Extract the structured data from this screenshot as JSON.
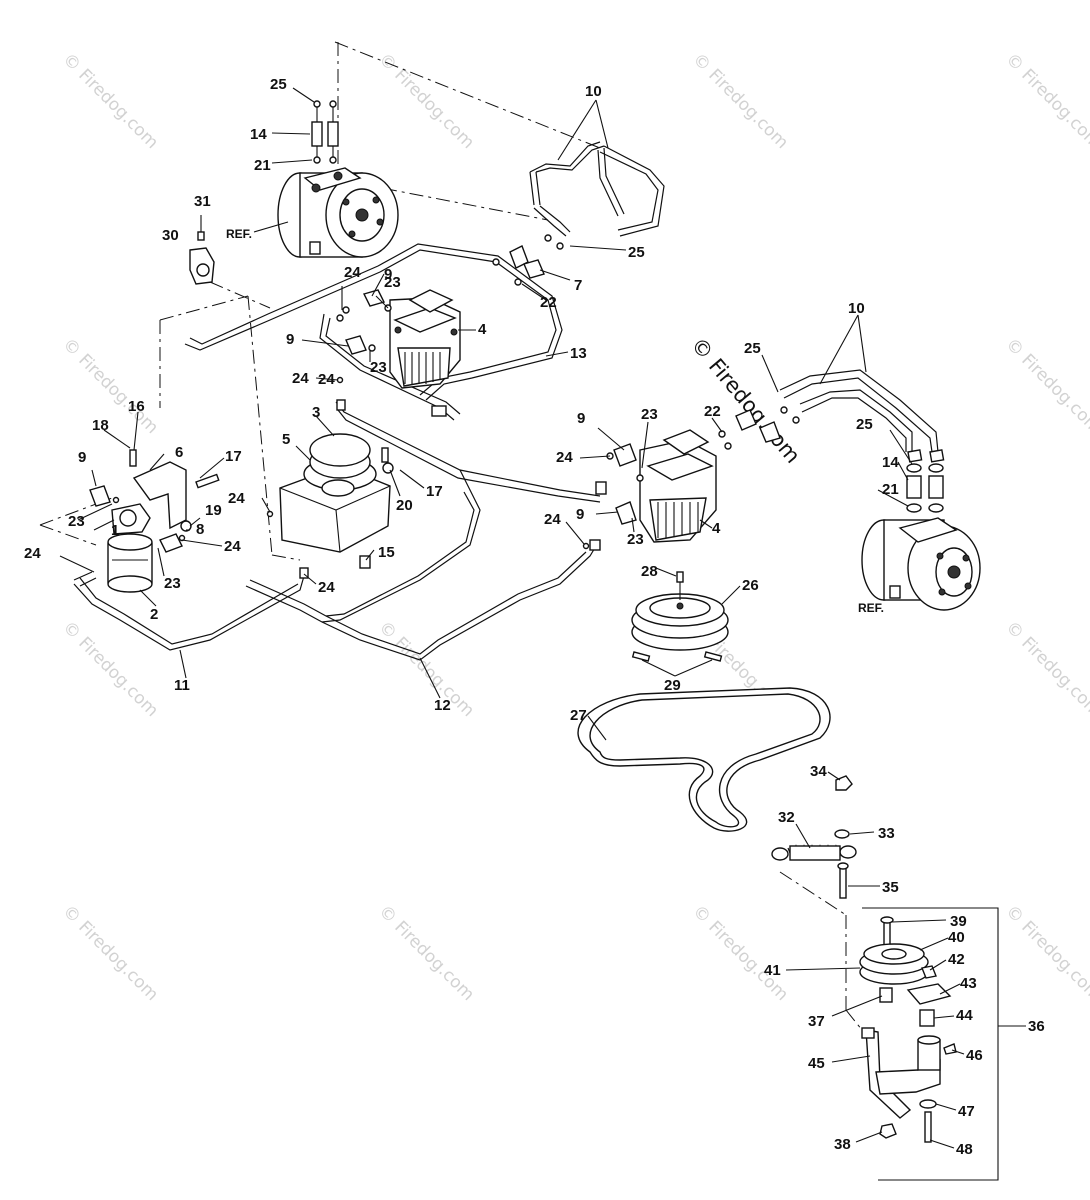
{
  "watermark": {
    "text": "© Firedog.com",
    "center_text": "© Firedog.com"
  },
  "callouts": [
    "1",
    "2",
    "3",
    "4",
    "4",
    "5",
    "6",
    "7",
    "8",
    "9",
    "9",
    "9",
    "9",
    "9",
    "10",
    "10",
    "11",
    "12",
    "13",
    "14",
    "14",
    "15",
    "16",
    "17",
    "17",
    "18",
    "19",
    "20",
    "21",
    "21",
    "22",
    "22",
    "23",
    "23",
    "23",
    "23",
    "23",
    "23",
    "24",
    "24",
    "24",
    "24",
    "24",
    "24",
    "24",
    "24",
    "24",
    "25",
    "25",
    "25",
    "25",
    "26",
    "27",
    "28",
    "29",
    "30",
    "31",
    "32",
    "33",
    "34",
    "35",
    "36",
    "37",
    "38",
    "39",
    "40",
    "41",
    "42",
    "43",
    "44",
    "45",
    "46",
    "47",
    "48"
  ],
  "ref_labels": [
    "REF.",
    "REF."
  ]
}
